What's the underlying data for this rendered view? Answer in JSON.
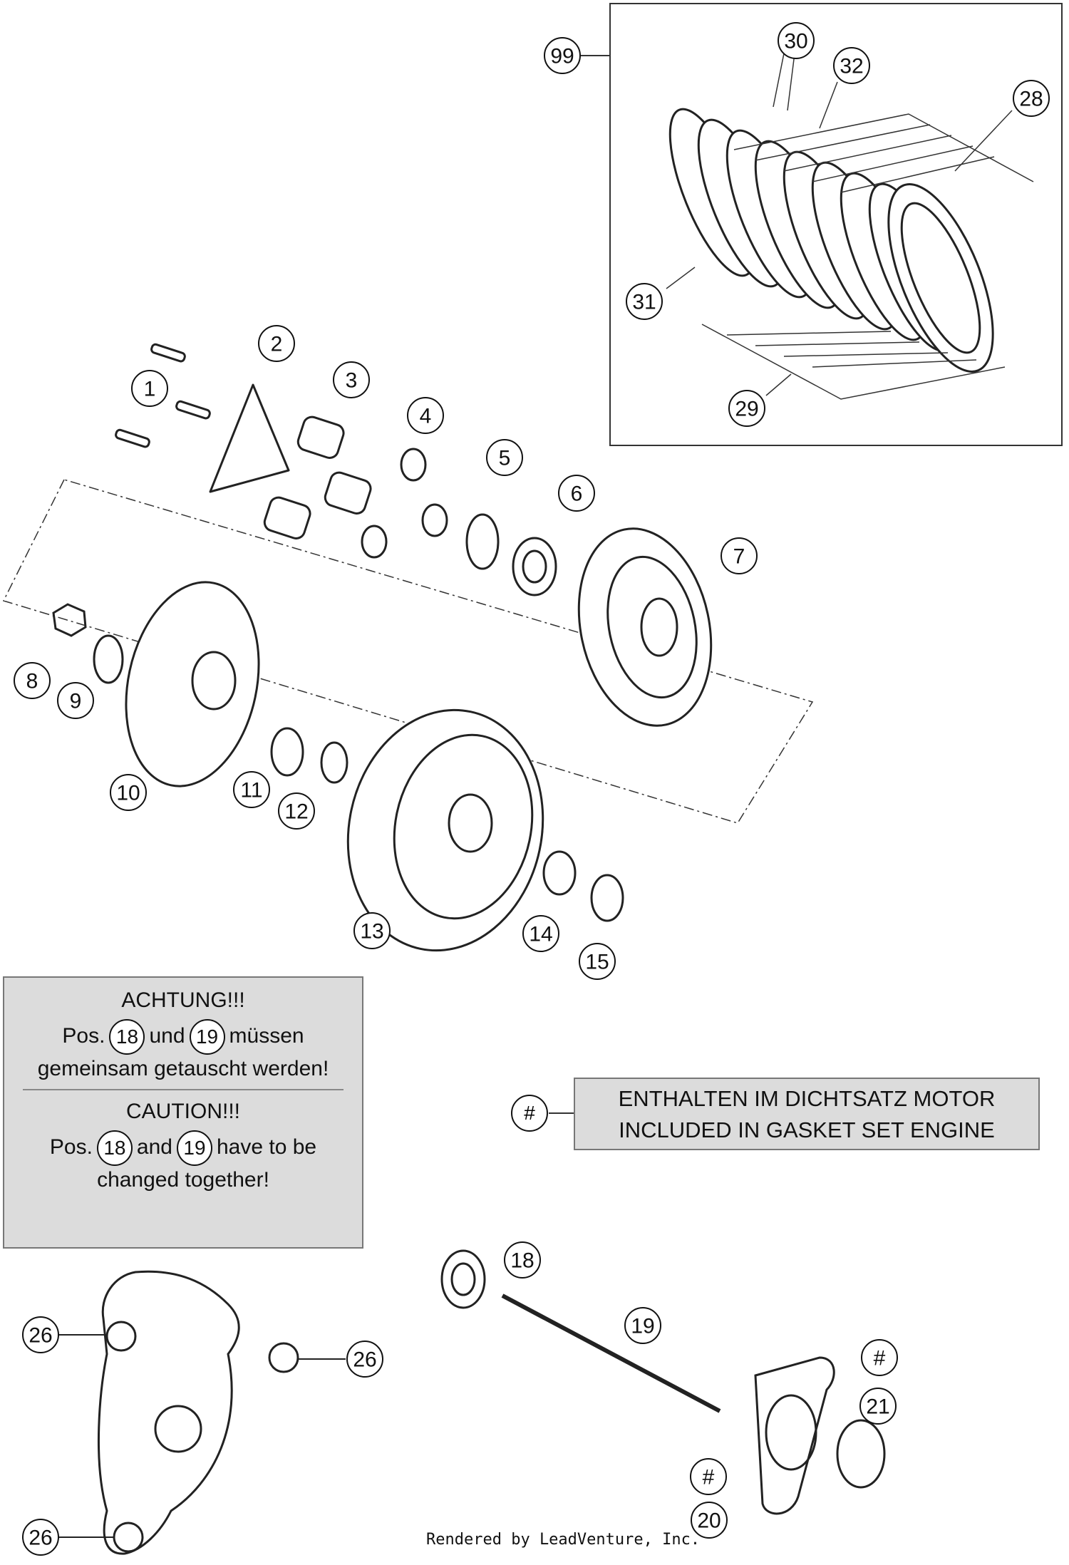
{
  "callouts": [
    "1",
    "2",
    "3",
    "4",
    "5",
    "6",
    "7",
    "8",
    "9",
    "10",
    "11",
    "12",
    "13",
    "14",
    "15",
    "18",
    "19",
    "20",
    "21",
    "26",
    "26",
    "26",
    "28",
    "29",
    "30",
    "31",
    "32",
    "99",
    "#",
    "#",
    "#"
  ],
  "warning_de": {
    "title": "ACHTUNG!!!",
    "line1_pre": "Pos.",
    "pos_a": "18",
    "line1_mid": "und",
    "pos_b": "19",
    "line1_post": "müssen",
    "line2": "gemeinsam getauscht werden!"
  },
  "warning_en": {
    "title": "CAUTION!!!",
    "line1_pre": "Pos.",
    "pos_a": "18",
    "line1_mid": "and",
    "pos_b": "19",
    "line1_post": "have to be",
    "line2": "changed together!"
  },
  "legend": {
    "symbol": "#",
    "line1": "ENTHALTEN IM DICHTSATZ MOTOR",
    "line2": "INCLUDED IN GASKET SET ENGINE"
  },
  "footer": "Rendered by LeadVenture, Inc."
}
